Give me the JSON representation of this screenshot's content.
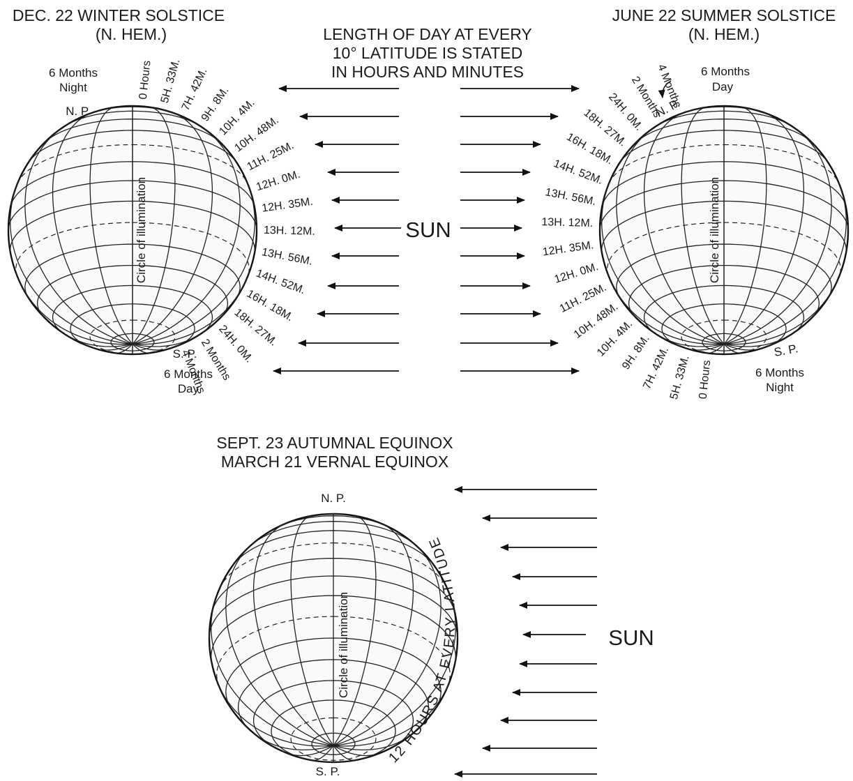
{
  "winter": {
    "title_line1": "DEC. 22 WINTER SOLSTICE",
    "title_line2": "(N. HEM.)",
    "pole_north": "N. P.",
    "pole_south": "S. P.",
    "north_note_line1": "6 Months",
    "north_note_line2": "Night",
    "south_note_line1": "6 Months",
    "south_note_line2": "Day",
    "circle_label": "Circle of illumination",
    "hours": [
      "0 Hours",
      "5H. 33M.",
      "7H. 42M.",
      "9H. 8M.",
      "10H. 4M.",
      "10H. 48M.",
      "11H. 25M.",
      "12H. 0M.",
      "12H. 35M.",
      "13H. 12M.",
      "13H. 56M.",
      "14H. 52M.",
      "16H. 18M.",
      "18H. 27M.",
      "24H. 0M.",
      "2 Months",
      "4 Months"
    ]
  },
  "summer": {
    "title_line1": "JUNE 22  SUMMER SOLSTICE",
    "title_line2": "(N. HEM.)",
    "pole_north": "N. P.",
    "pole_south": "S. P.",
    "north_note_line1": "6 Months",
    "north_note_line2": "Day",
    "south_note_line1": "6 Months",
    "south_note_line2": "Night",
    "circle_label": "Circle of illumination",
    "hours": [
      "4 Months",
      "2 Months",
      "24H. 0M.",
      "18H. 27M.",
      "16H. 18M.",
      "14H. 52M.",
      "13H. 56M.",
      "13H. 12M.",
      "12H. 35M.",
      "12H. 0M.",
      "11H. 25M.",
      "10H. 48M.",
      "10H. 4M.",
      "9H. 8M.",
      "7H. 42M.",
      "5H. 33M.",
      "0 Hours"
    ]
  },
  "center": {
    "caption_line1": "LENGTH OF DAY AT EVERY",
    "caption_line2": "10° LATITUDE IS STATED",
    "caption_line3": "IN HOURS AND MINUTES",
    "sun": "SUN"
  },
  "equinox": {
    "title_line1": "SEPT. 23 AUTUMNAL  EQUINOX",
    "title_line2": "MARCH 21 VERNAL  EQUINOX",
    "pole_north": "N. P.",
    "pole_south": "S. P.",
    "circle_label": "Circle of illumination",
    "arc_text": "12  HOURS  AT  EVERY  LATITUDE",
    "sun": "SUN"
  }
}
